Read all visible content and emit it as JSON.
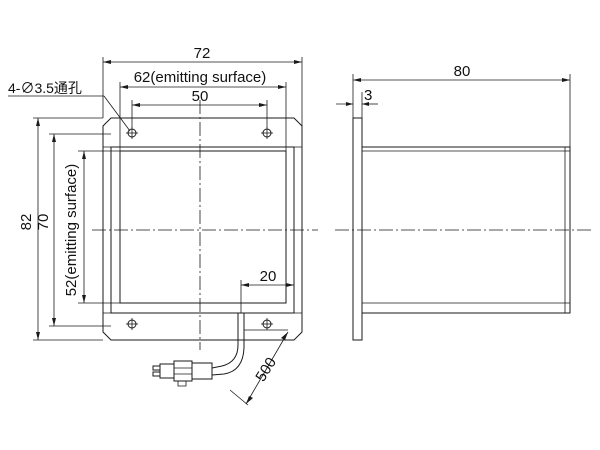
{
  "front_view": {
    "width_overall": "72",
    "width_emitting": "62(emitting surface)",
    "hole_spacing": "50",
    "hole_note": "4-∅3.5通孔",
    "height_overall": "82",
    "height_inner": "70",
    "height_emitting": "52(emitting surface)",
    "cable_offset": "20",
    "cable_length": "500"
  },
  "side_view": {
    "depth_overall": "80",
    "flange_thickness": "3"
  }
}
